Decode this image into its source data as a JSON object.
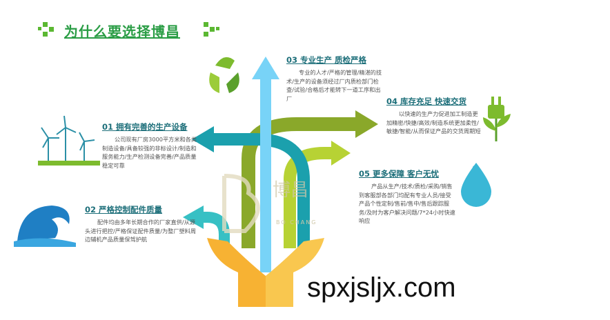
{
  "title": "为什么要选择博昌",
  "watermark": {
    "cn": "博昌",
    "en": "BO CHANG"
  },
  "url": "spxjslјx.com",
  "items": [
    {
      "heading": "01  拥有完善的生产设备",
      "body": "公司现有厂房3000平方米和各类制造设备/具备较强的非标设计/制造和服务能力/生产检测设备完善/产品质量稳定可靠"
    },
    {
      "heading": "02  严格控制配件质量",
      "body": "配件均由多年长期合作的厂家直供/从源头进行把控/严格保证配件质量/为整厂塑料周边辅机产品质量保驾护航"
    },
    {
      "heading": "03  专业生产  质检严格",
      "body": "专业的人才/严格的管理/精湛的技术/生产的设备须经过厂内质检部门检查/试验/合格后才能转下一道工序和出厂"
    },
    {
      "heading": "04  库存充足  快速交货",
      "body": "以快速的生产力促进加工制造更加精密/快捷/高效/制造系统更加柔性/敏捷/智能/从而保证产品的交货周期短"
    },
    {
      "heading": "05  更多保障  客户无忧",
      "body": "产品从生产/技术/质检/采购/销售到客服部各部门均配有专业人员/接受产品个性定制/售前/售中/售后跟踪服务/及时为客户解决问题/7*24小时快速响应"
    }
  ],
  "colors": {
    "green": "#2a9d45",
    "teal": "#19a3b0",
    "lime": "#8dc21f",
    "blue": "#6fd0f5",
    "orange": "#f7b233"
  }
}
